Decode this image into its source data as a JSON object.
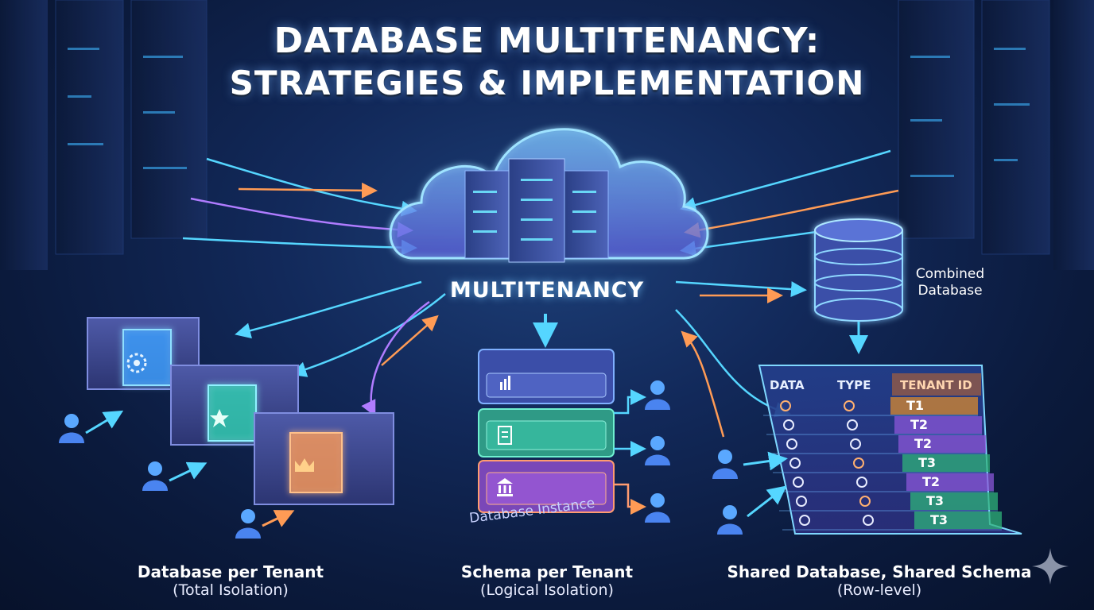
{
  "title": {
    "line1": "DATABASE MULTITENANCY:",
    "line2": "STRATEGIES & IMPLEMENTATION"
  },
  "center": {
    "label": "MULTITENANCY"
  },
  "strategies": [
    {
      "name": "Database per Tenant",
      "subtitle": "(Total Isolation)"
    },
    {
      "name": "Schema per Tenant",
      "subtitle": "(Logical Isolation)",
      "instance_label": "Database Instance"
    },
    {
      "name": "Shared Database, Shared Schema",
      "subtitle": "(Row-level)"
    }
  ],
  "combined": {
    "label_line1": "Combined",
    "label_line2": "Database"
  },
  "table": {
    "headers": [
      "DATA",
      "TYPE",
      "TENANT ID"
    ],
    "tenant_ids": [
      "T1",
      "T2",
      "T2",
      "T3",
      "T2",
      "T3",
      "T3"
    ],
    "tenant_colors": {
      "T1": "#d98a2e",
      "T2": "#8b57d8",
      "T3": "#2fb37a"
    }
  },
  "icons": [
    "gear-icon",
    "star-icon",
    "crown-icon",
    "user-icon",
    "chart-icon",
    "document-icon",
    "bank-icon",
    "coffee-icon",
    "cart-icon",
    "clock-icon",
    "calendar-icon",
    "sparkle-icon"
  ]
}
